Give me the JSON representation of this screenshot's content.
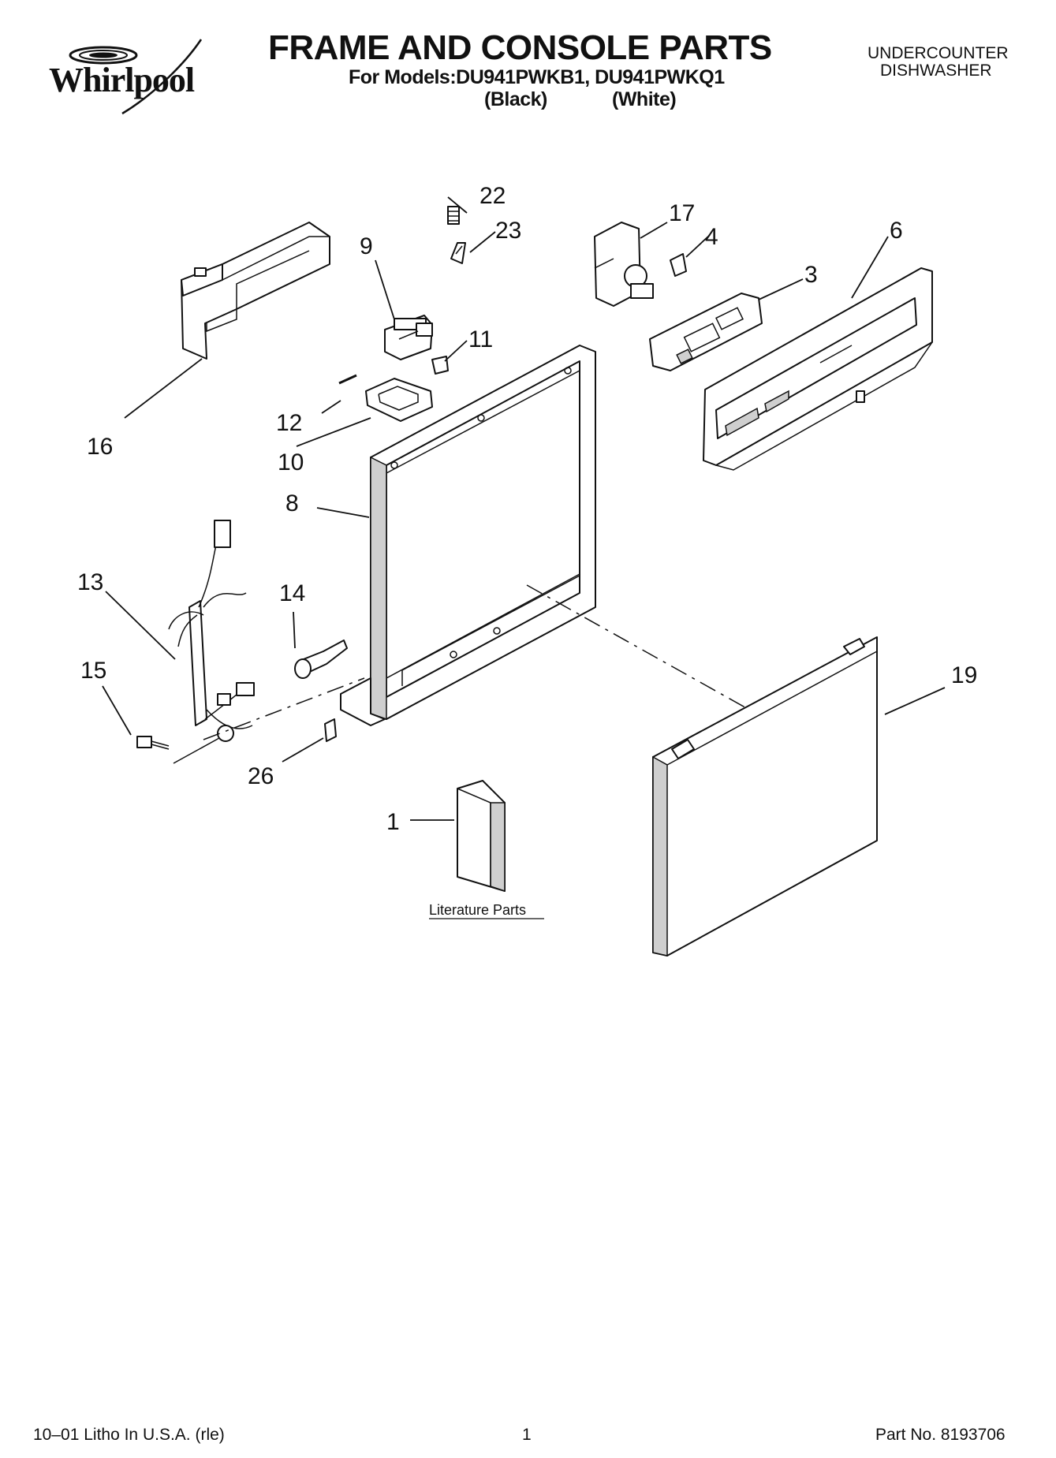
{
  "header": {
    "brand": "Whirlpool",
    "title": "FRAME AND CONSOLE PARTS",
    "models_line": "For Models:DU941PWKB1, DU941PWKQ1",
    "variant_black": "(Black)",
    "variant_white": "(White)",
    "product_line1": "UNDERCOUNTER",
    "product_line2": "DISHWASHER"
  },
  "callouts": {
    "c22": "22",
    "c23": "23",
    "c9": "9",
    "c11": "11",
    "c12": "12",
    "c10": "10",
    "c16": "16",
    "c17": "17",
    "c4": "4",
    "c6": "6",
    "c3": "3",
    "c8": "8",
    "c13": "13",
    "c14": "14",
    "c15": "15",
    "c26": "26",
    "c19": "19",
    "c1": "1"
  },
  "literature_label": "Literature Parts",
  "footer": {
    "left": "10–01 Litho In U.S.A. (rle)",
    "page": "1",
    "right": "Part No. 8193706"
  }
}
